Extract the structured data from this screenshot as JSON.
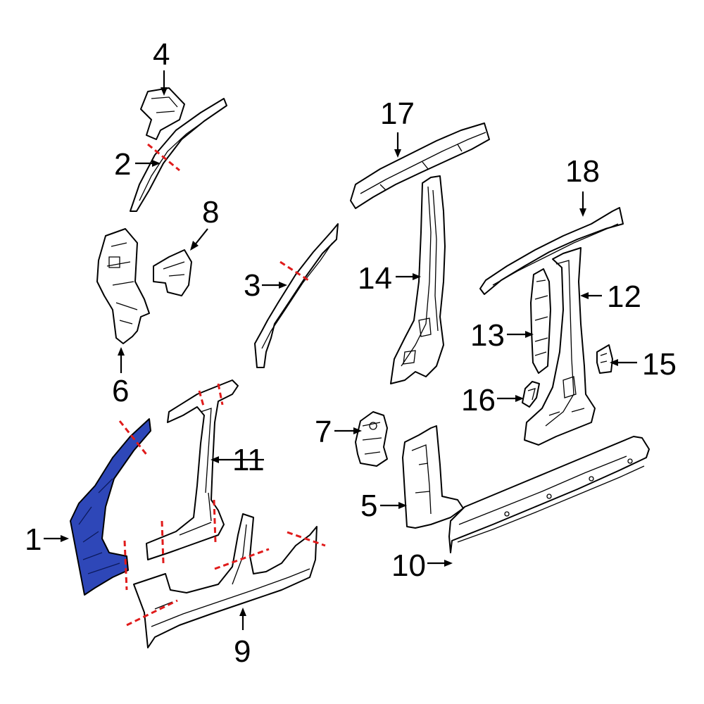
{
  "colors": {
    "highlight": "#2e47b8",
    "cut_line": "#e01b1b",
    "outline": "#000000",
    "background": "#ffffff"
  },
  "highlighted_part": "1",
  "callouts": {
    "c1": "1",
    "c2": "2",
    "c3": "3",
    "c4": "4",
    "c5": "5",
    "c6": "6",
    "c7": "7",
    "c8": "8",
    "c9": "9",
    "c10": "10",
    "c11": "11",
    "c12": "12",
    "c13": "13",
    "c14": "14",
    "c15": "15",
    "c16": "16",
    "c17": "17",
    "c18": "18"
  }
}
